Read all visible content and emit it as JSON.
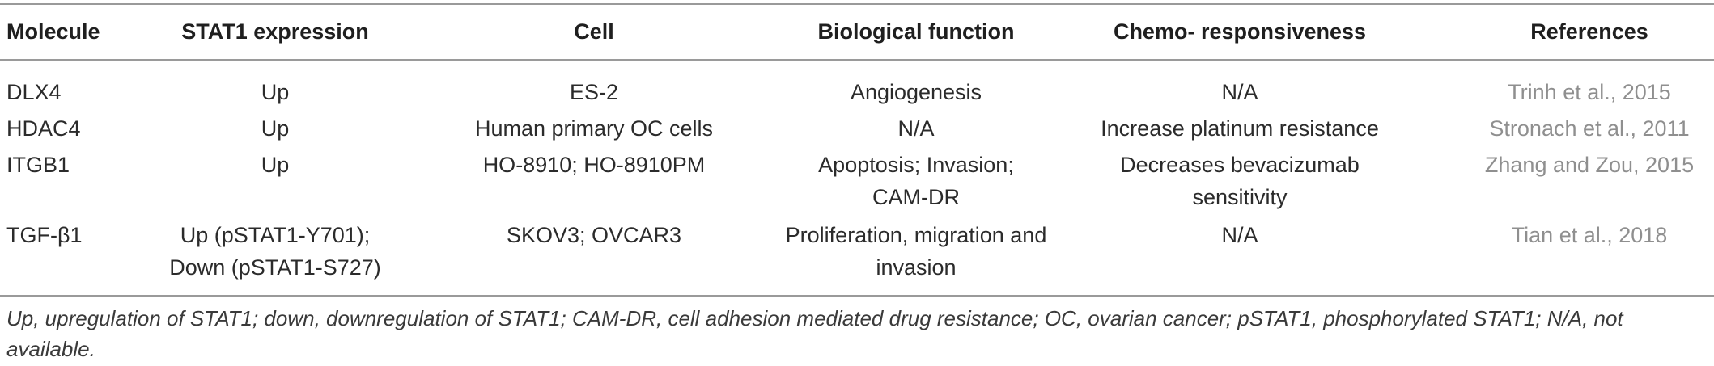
{
  "headers": {
    "molecule": "Molecule",
    "stat1": "STAT1 expression",
    "cell": "Cell",
    "function": "Biological function",
    "chemo": "Chemo- responsiveness",
    "refs": "References"
  },
  "rows": [
    {
      "molecule": "DLX4",
      "stat1": [
        "Up"
      ],
      "cell": [
        "ES-2"
      ],
      "function": [
        "Angiogenesis"
      ],
      "chemo": [
        "N/A"
      ],
      "ref": "Trinh et al., 2015"
    },
    {
      "molecule": "HDAC4",
      "stat1": [
        "Up"
      ],
      "cell": [
        "Human primary OC cells"
      ],
      "function": [
        "N/A"
      ],
      "chemo": [
        "Increase platinum resistance"
      ],
      "ref": "Stronach et al., 2011"
    },
    {
      "molecule": "ITGB1",
      "stat1": [
        "Up"
      ],
      "cell": [
        "HO-8910; HO-8910PM"
      ],
      "function": [
        "Apoptosis; Invasion;",
        "CAM-DR"
      ],
      "chemo": [
        "Decreases bevacizumab",
        "sensitivity"
      ],
      "ref": "Zhang and Zou, 2015"
    },
    {
      "molecule": "TGF-β1",
      "stat1": [
        "Up (pSTAT1-Y701);",
        "Down (pSTAT1-S727)"
      ],
      "cell": [
        "SKOV3; OVCAR3"
      ],
      "function": [
        "Proliferation, migration and",
        "invasion"
      ],
      "chemo": [
        "N/A"
      ],
      "ref": "Tian et al., 2018"
    }
  ],
  "footnote": "Up, upregulation of STAT1; down, downregulation of STAT1; CAM-DR, cell adhesion mediated drug resistance; OC, ovarian cancer; pSTAT1, phosphorylated STAT1; N/A, not available."
}
